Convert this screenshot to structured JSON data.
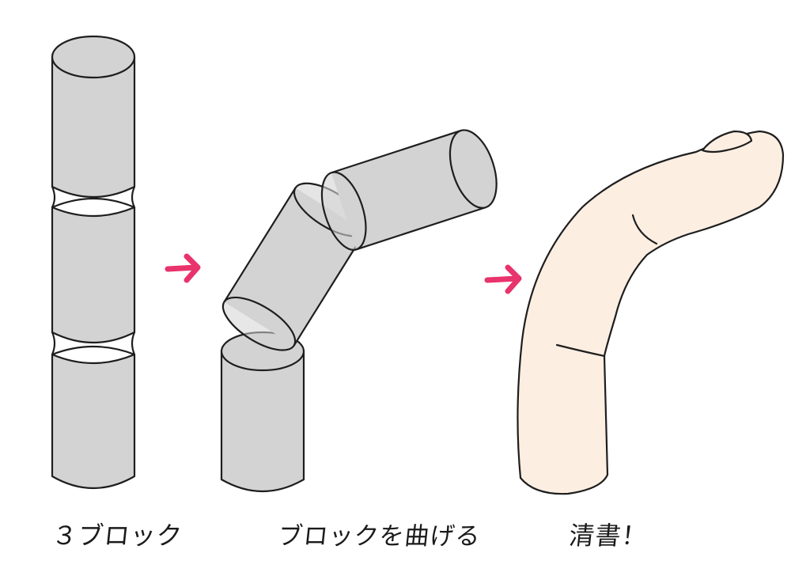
{
  "captions": {
    "step1": "３ブロック",
    "step2": "ブロックを曲げる",
    "step3": "清書！"
  },
  "colors": {
    "cylinder_fill": "#d3d3d3",
    "outline": "#1e1e1e",
    "arrow": "#e8336d",
    "skin_fill": "#fdeee2",
    "background": "#ffffff"
  }
}
